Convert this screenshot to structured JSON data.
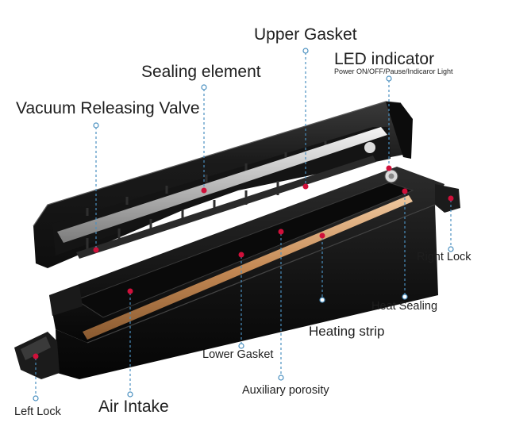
{
  "labels": {
    "upper_gasket": "Upper Gasket",
    "led_indicator": "LED indicator",
    "led_detail": "Power ON/OFF/Pause/Indicaror Light",
    "sealing_element": "Sealing element",
    "vacuum_releasing_valve": "Vacuum Releasing Valve",
    "right_lock": "Right Lock",
    "heat_sealing": "Heat Sealing",
    "heating_strip": "Heating strip",
    "lower_gasket": "Lower Gasket",
    "auxiliary_porosity": "Auxiliary porosity",
    "left_lock": "Left Lock",
    "air_intake": "Air Intake"
  },
  "colors": {
    "leader_line": "#4a90c0",
    "marker": "#d0103a",
    "body": "#151515",
    "heating_strip": "#c08050"
  }
}
